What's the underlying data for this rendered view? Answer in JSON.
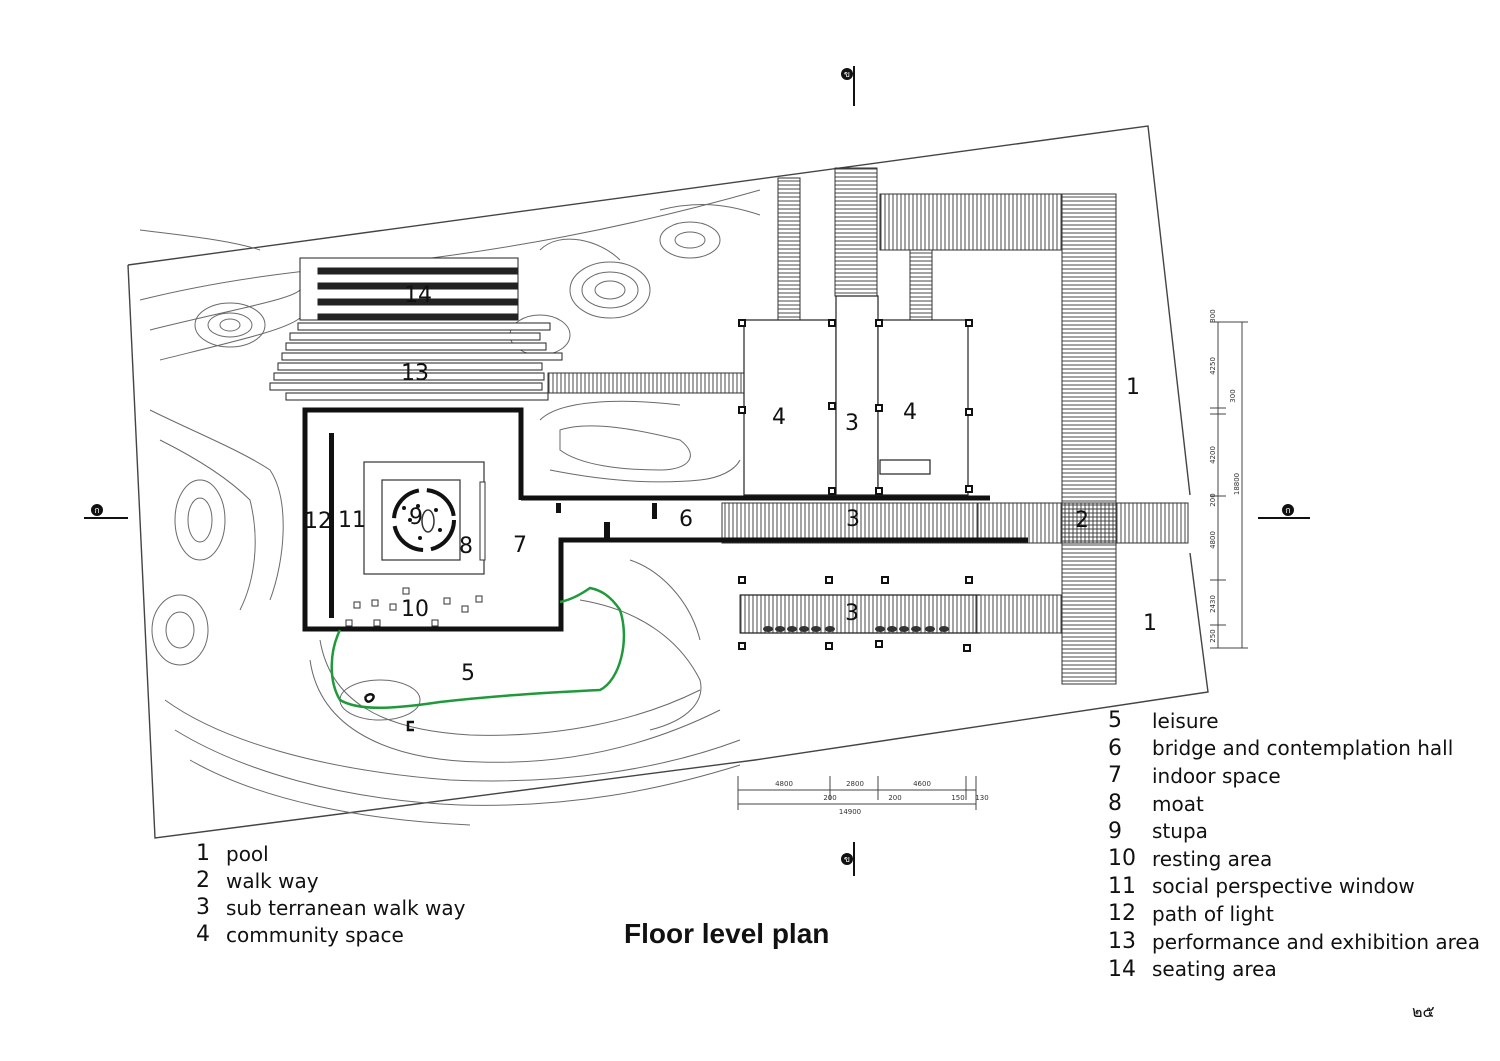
{
  "title": "Floor level plan",
  "page_number": "๒๕",
  "legend_left": [
    {
      "num": "1",
      "label": "pool"
    },
    {
      "num": "2",
      "label": "walk way"
    },
    {
      "num": "3",
      "label": "sub terranean walk way"
    },
    {
      "num": "4",
      "label": "community space"
    }
  ],
  "legend_right": [
    {
      "num": "5",
      "label": "leisure"
    },
    {
      "num": "6",
      "label": "bridge and contemplation hall"
    },
    {
      "num": "7",
      "label": "indoor space"
    },
    {
      "num": "8",
      "label": "moat"
    },
    {
      "num": "9",
      "label": "stupa"
    },
    {
      "num": "10",
      "label": "resting area"
    },
    {
      "num": "11",
      "label": "social perspective window"
    },
    {
      "num": "12",
      "label": "path of light"
    },
    {
      "num": "13",
      "label": "performance and exhibition area"
    },
    {
      "num": "14",
      "label": "seating area"
    }
  ],
  "plan_labels": {
    "l1a": "1",
    "l1b": "1",
    "l2": "2",
    "l3a": "3",
    "l3b": "3",
    "l3c": "3",
    "l4a": "4",
    "l4b": "4",
    "l5": "5",
    "l6": "6",
    "l7": "7",
    "l8": "8",
    "l9": "9",
    "l10": "10",
    "l11": "11",
    "l12": "12",
    "l13": "13",
    "l14": "14"
  },
  "section_markers": {
    "top": "ข",
    "bottom": "ข",
    "left": "ก",
    "right": "ก"
  },
  "dimensions_bottom": {
    "d1": "4800",
    "d2": "2800",
    "d3": "4600",
    "d4": "200",
    "d5": "200",
    "d6": "150",
    "d7": "130",
    "total": "14900"
  },
  "dimensions_right": {
    "r1": "300",
    "r2": "4250",
    "r3": "300",
    "r4": "4200",
    "r5": "200",
    "r6": "4800",
    "r7": "2430",
    "r8": "250",
    "total": "18800"
  },
  "colors": {
    "line": "#222222",
    "contour": "#6a6a6a",
    "leisure_boundary": "#1f9a3a"
  }
}
